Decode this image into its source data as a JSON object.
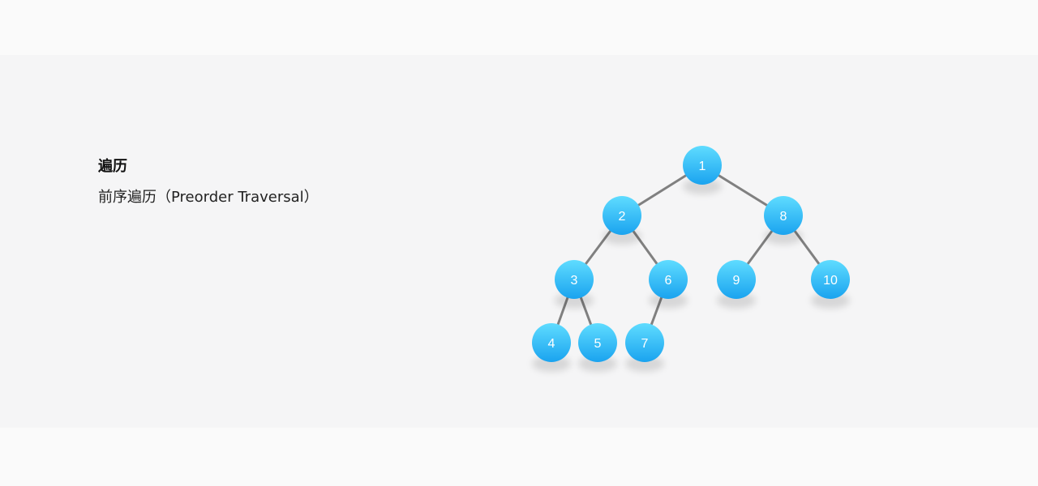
{
  "heading": "遍历",
  "subheading": "前序遍历（Preorder Traversal）",
  "colors": {
    "node_top": "#5fdcff",
    "node_bottom": "#1aa3ef",
    "edge": "#808080",
    "background": "#f5f5f6"
  },
  "tree": {
    "nodes": [
      {
        "id": "1",
        "label": "1"
      },
      {
        "id": "2",
        "label": "2"
      },
      {
        "id": "8",
        "label": "8"
      },
      {
        "id": "3",
        "label": "3"
      },
      {
        "id": "6",
        "label": "6"
      },
      {
        "id": "9",
        "label": "9"
      },
      {
        "id": "10",
        "label": "10"
      },
      {
        "id": "4",
        "label": "4"
      },
      {
        "id": "5",
        "label": "5"
      },
      {
        "id": "7",
        "label": "7"
      }
    ],
    "edges": [
      {
        "from": "1",
        "to": "2"
      },
      {
        "from": "1",
        "to": "8"
      },
      {
        "from": "2",
        "to": "3"
      },
      {
        "from": "2",
        "to": "6"
      },
      {
        "from": "8",
        "to": "9"
      },
      {
        "from": "8",
        "to": "10"
      },
      {
        "from": "3",
        "to": "4"
      },
      {
        "from": "3",
        "to": "5"
      },
      {
        "from": "6",
        "to": "7"
      }
    ]
  }
}
